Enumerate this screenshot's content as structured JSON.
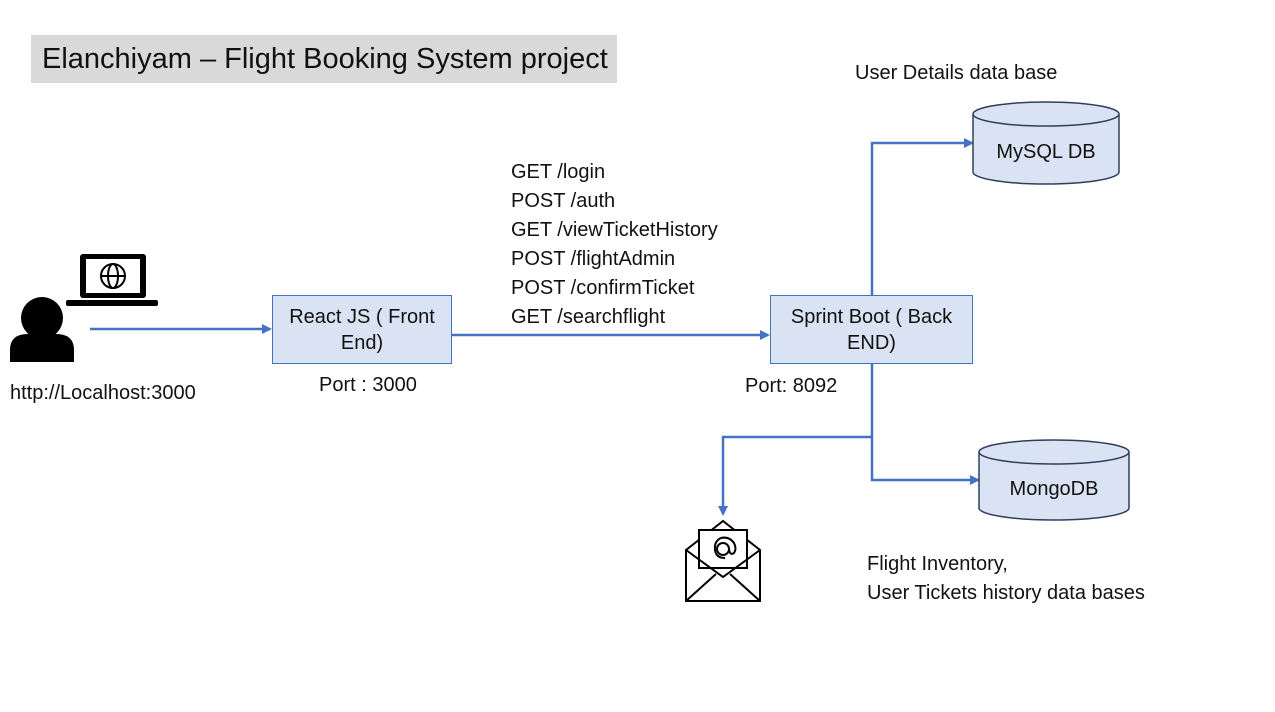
{
  "title": "Elanchiyam – Flight Booking System project",
  "user": {
    "url_label": "http://Localhost:3000"
  },
  "frontend": {
    "label": "React JS ( Front End)",
    "port_label": "Port : 3000"
  },
  "backend": {
    "label": "Sprint Boot ( Back END)",
    "port_label": "Port: 8092"
  },
  "endpoints": [
    "GET /login",
    "POST /auth",
    "GET /viewTicketHistory",
    "POST /flightAdmin",
    "POST /confirmTicket",
    "GET /searchflight"
  ],
  "mysql": {
    "label": "MySQL DB",
    "caption": "User Details data base"
  },
  "mongo": {
    "label": "MongoDB",
    "caption_lines": [
      "Flight Inventory,",
      "User Tickets history data bases"
    ]
  },
  "colors": {
    "accent": "#4472c4",
    "box_fill": "#dae3f3",
    "title_bg": "#d9d9d9"
  },
  "icons": {
    "user": "person-icon",
    "laptop": "laptop-globe-icon",
    "email": "email-envelope-icon"
  }
}
